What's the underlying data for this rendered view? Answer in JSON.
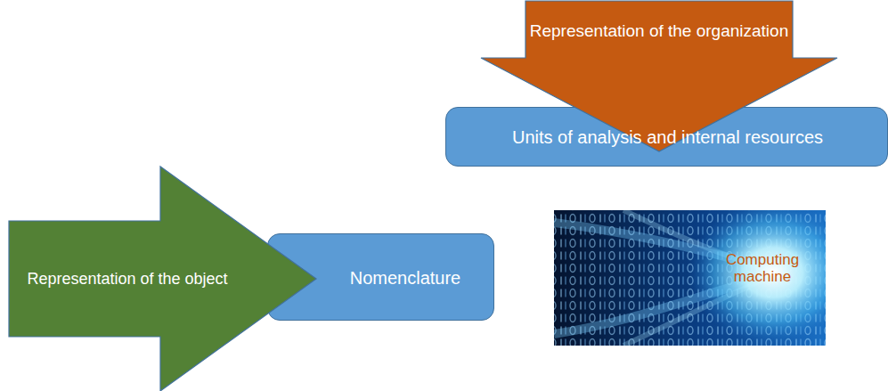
{
  "diagram": {
    "nodes": [
      {
        "text": [
          "Representation of the organization"
        ]
      },
      {
        "text": [
          "Units of analysis and internal resources"
        ]
      },
      {
        "text": [
          "Representation of the object"
        ]
      },
      {
        "text": [
          "Nomenclature"
        ]
      }
    ],
    "labels": [
      "Computing machine"
    ]
  }
}
